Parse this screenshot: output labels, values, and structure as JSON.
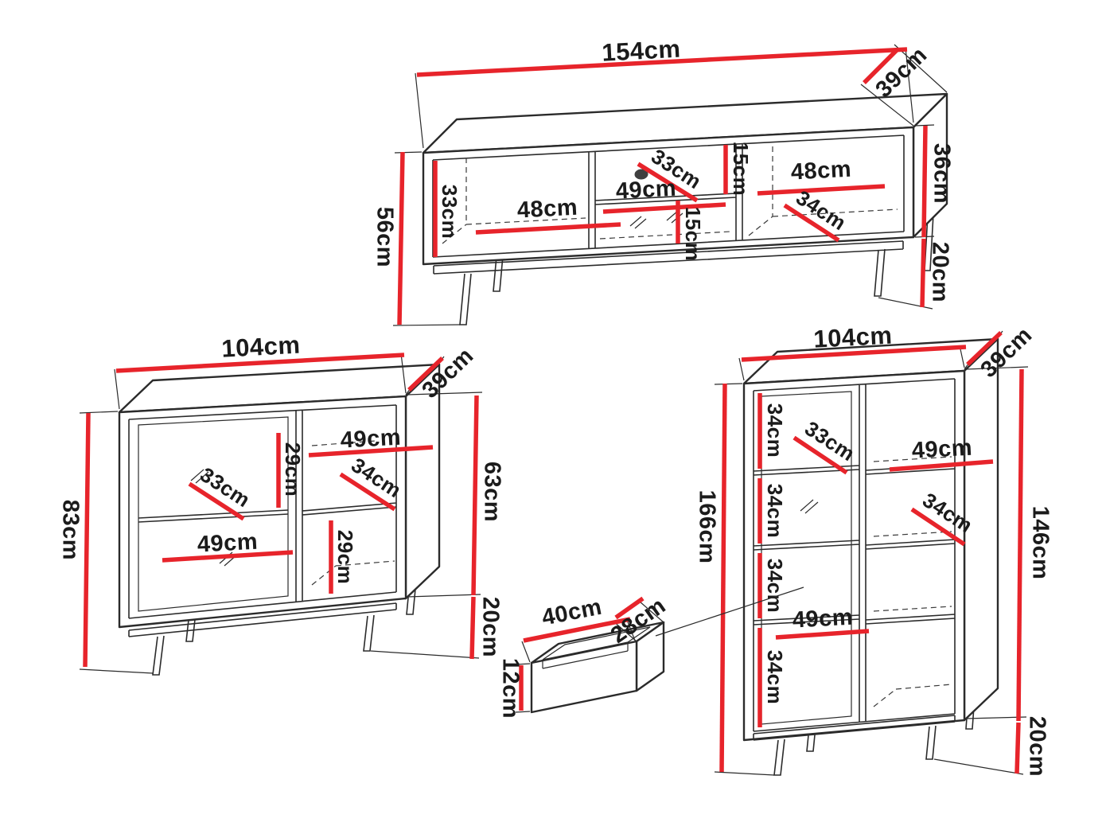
{
  "meta": {
    "background": "#ffffff",
    "outline_color": "#2b2b2b",
    "dimension_color": "#e7242b",
    "unit": "cm"
  },
  "tv_stand": {
    "width": "154cm",
    "depth": "39cm",
    "total_height": "56cm",
    "body_height": "36cm",
    "leg_height": "20cm",
    "interior_height": "33cm",
    "left_section_width": "48cm",
    "middle_section_width": "49cm",
    "middle_shelf_depth": "33cm",
    "upper_shelf_gap": "15cm",
    "lower_shelf_gap": "15cm",
    "right_section_width": "48cm",
    "right_shelf_depth": "34cm"
  },
  "sideboard": {
    "width": "104cm",
    "depth": "39cm",
    "total_height": "83cm",
    "body_height": "63cm",
    "leg_height": "20cm",
    "upper_inner_height": "29cm",
    "lower_inner_height": "29cm",
    "upper_shelf_width": "49cm",
    "lower_shelf_width": "49cm",
    "left_shelf_depth": "33cm",
    "right_shelf_depth": "34cm"
  },
  "display_cabinet": {
    "width": "104cm",
    "depth": "39cm",
    "total_height": "166cm",
    "body_height": "146cm",
    "leg_height": "20cm",
    "shelf_gap_1": "34cm",
    "shelf_gap_2": "34cm",
    "shelf_gap_3": "34cm",
    "shelf_gap_4": "34cm",
    "left_shelf_depth": "33cm",
    "upper_shelf_width": "49cm",
    "right_shelf_depth": "34cm",
    "lower_shelf_width": "49cm"
  },
  "drawer": {
    "width": "40cm",
    "depth": "28cm",
    "height": "12cm"
  }
}
